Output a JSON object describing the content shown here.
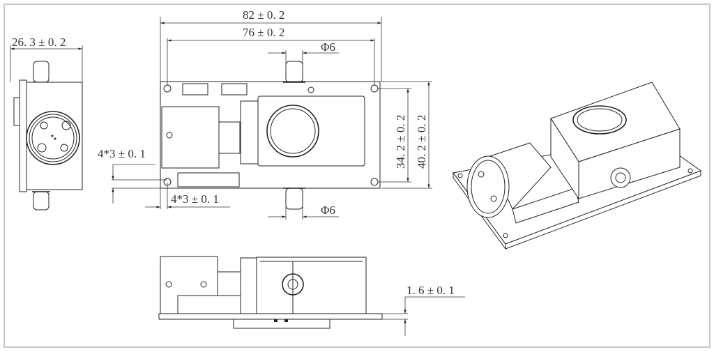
{
  "dimensions": {
    "overall_length": "82 ± 0. 2",
    "hole_spacing_length": "76 ± 0. 2",
    "side_width": "26. 3 ± 0. 2",
    "tube_diameter_top": "Φ6",
    "tube_diameter_bottom": "Φ6",
    "hole_spacing_width": "34. 2 ± 0. 2",
    "overall_width": "40. 2 ± 0. 2",
    "hole_offset_vertical": "4*3 ± 0. 1",
    "hole_offset_horizontal": "4*3 ± 0. 1",
    "board_thickness": "1. 6 ± 0. 1"
  }
}
